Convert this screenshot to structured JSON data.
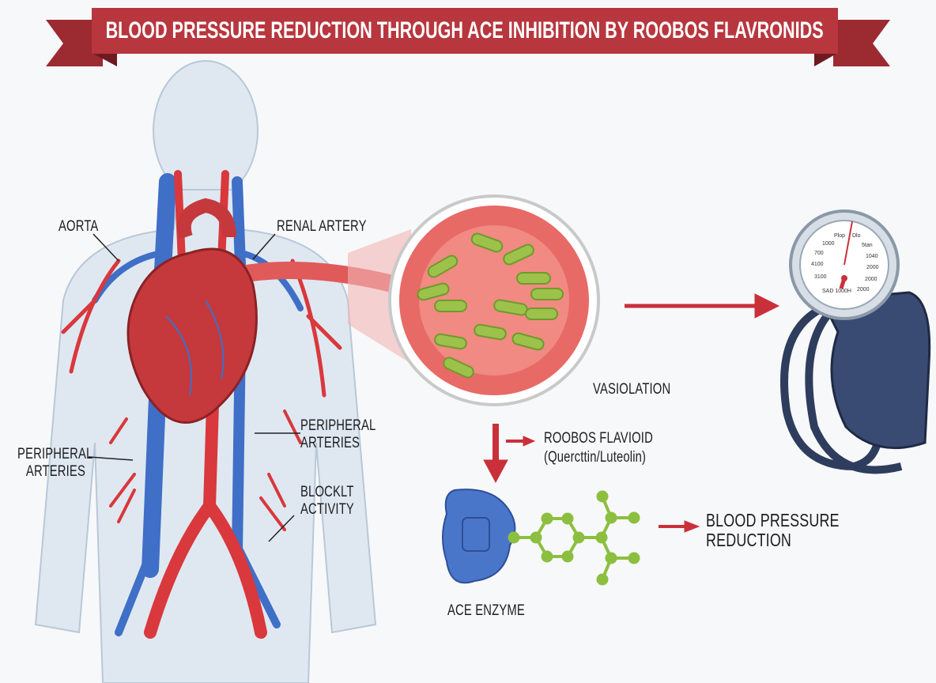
{
  "title": "BLOOD PRESSURE REDUCTION THROUGH ACE INHIBITION BY ROOBOS FLAVRONIDS",
  "labels": {
    "aorta": "AORTA",
    "renal_artery": "RENAL ARTERY",
    "peripheral_left": [
      "PERIPHERAL",
      "ARTERIES"
    ],
    "peripheral_right": [
      "PERIPHERAL",
      "ARTERIES"
    ],
    "blocklt": [
      "BLOCKLT",
      "ACTIVITY"
    ],
    "vasiolation": "VASIOLATION",
    "flavioid": "ROOBOS FLAVIOID",
    "flavioid_sub": "(Quercttin/Luteolin)",
    "ace_enzyme": "ACE ENZYME",
    "bp_reduction": [
      "BLOOD PRESSURE",
      "REDUCTION"
    ]
  },
  "gauge": {
    "scale_labels": [
      "Plop",
      "Dlo",
      "1000",
      "700",
      "4100",
      "3100",
      "5tan",
      "1040",
      "2000",
      "2000",
      "2000",
      "SAD 1000H"
    ]
  },
  "colors": {
    "banner": "#b5343c",
    "artery": "#d9383c",
    "vein": "#3f6fc7",
    "molecule": "#8cbf3f",
    "enzyme": "#4a76c9",
    "cuff": "#2e3d5e",
    "arrow": "#c9303a"
  },
  "icons": [
    "human-body",
    "heart",
    "blood-vessel-cross-section",
    "blood-pressure-gauge",
    "ace-enzyme",
    "flavonoid-molecule"
  ]
}
